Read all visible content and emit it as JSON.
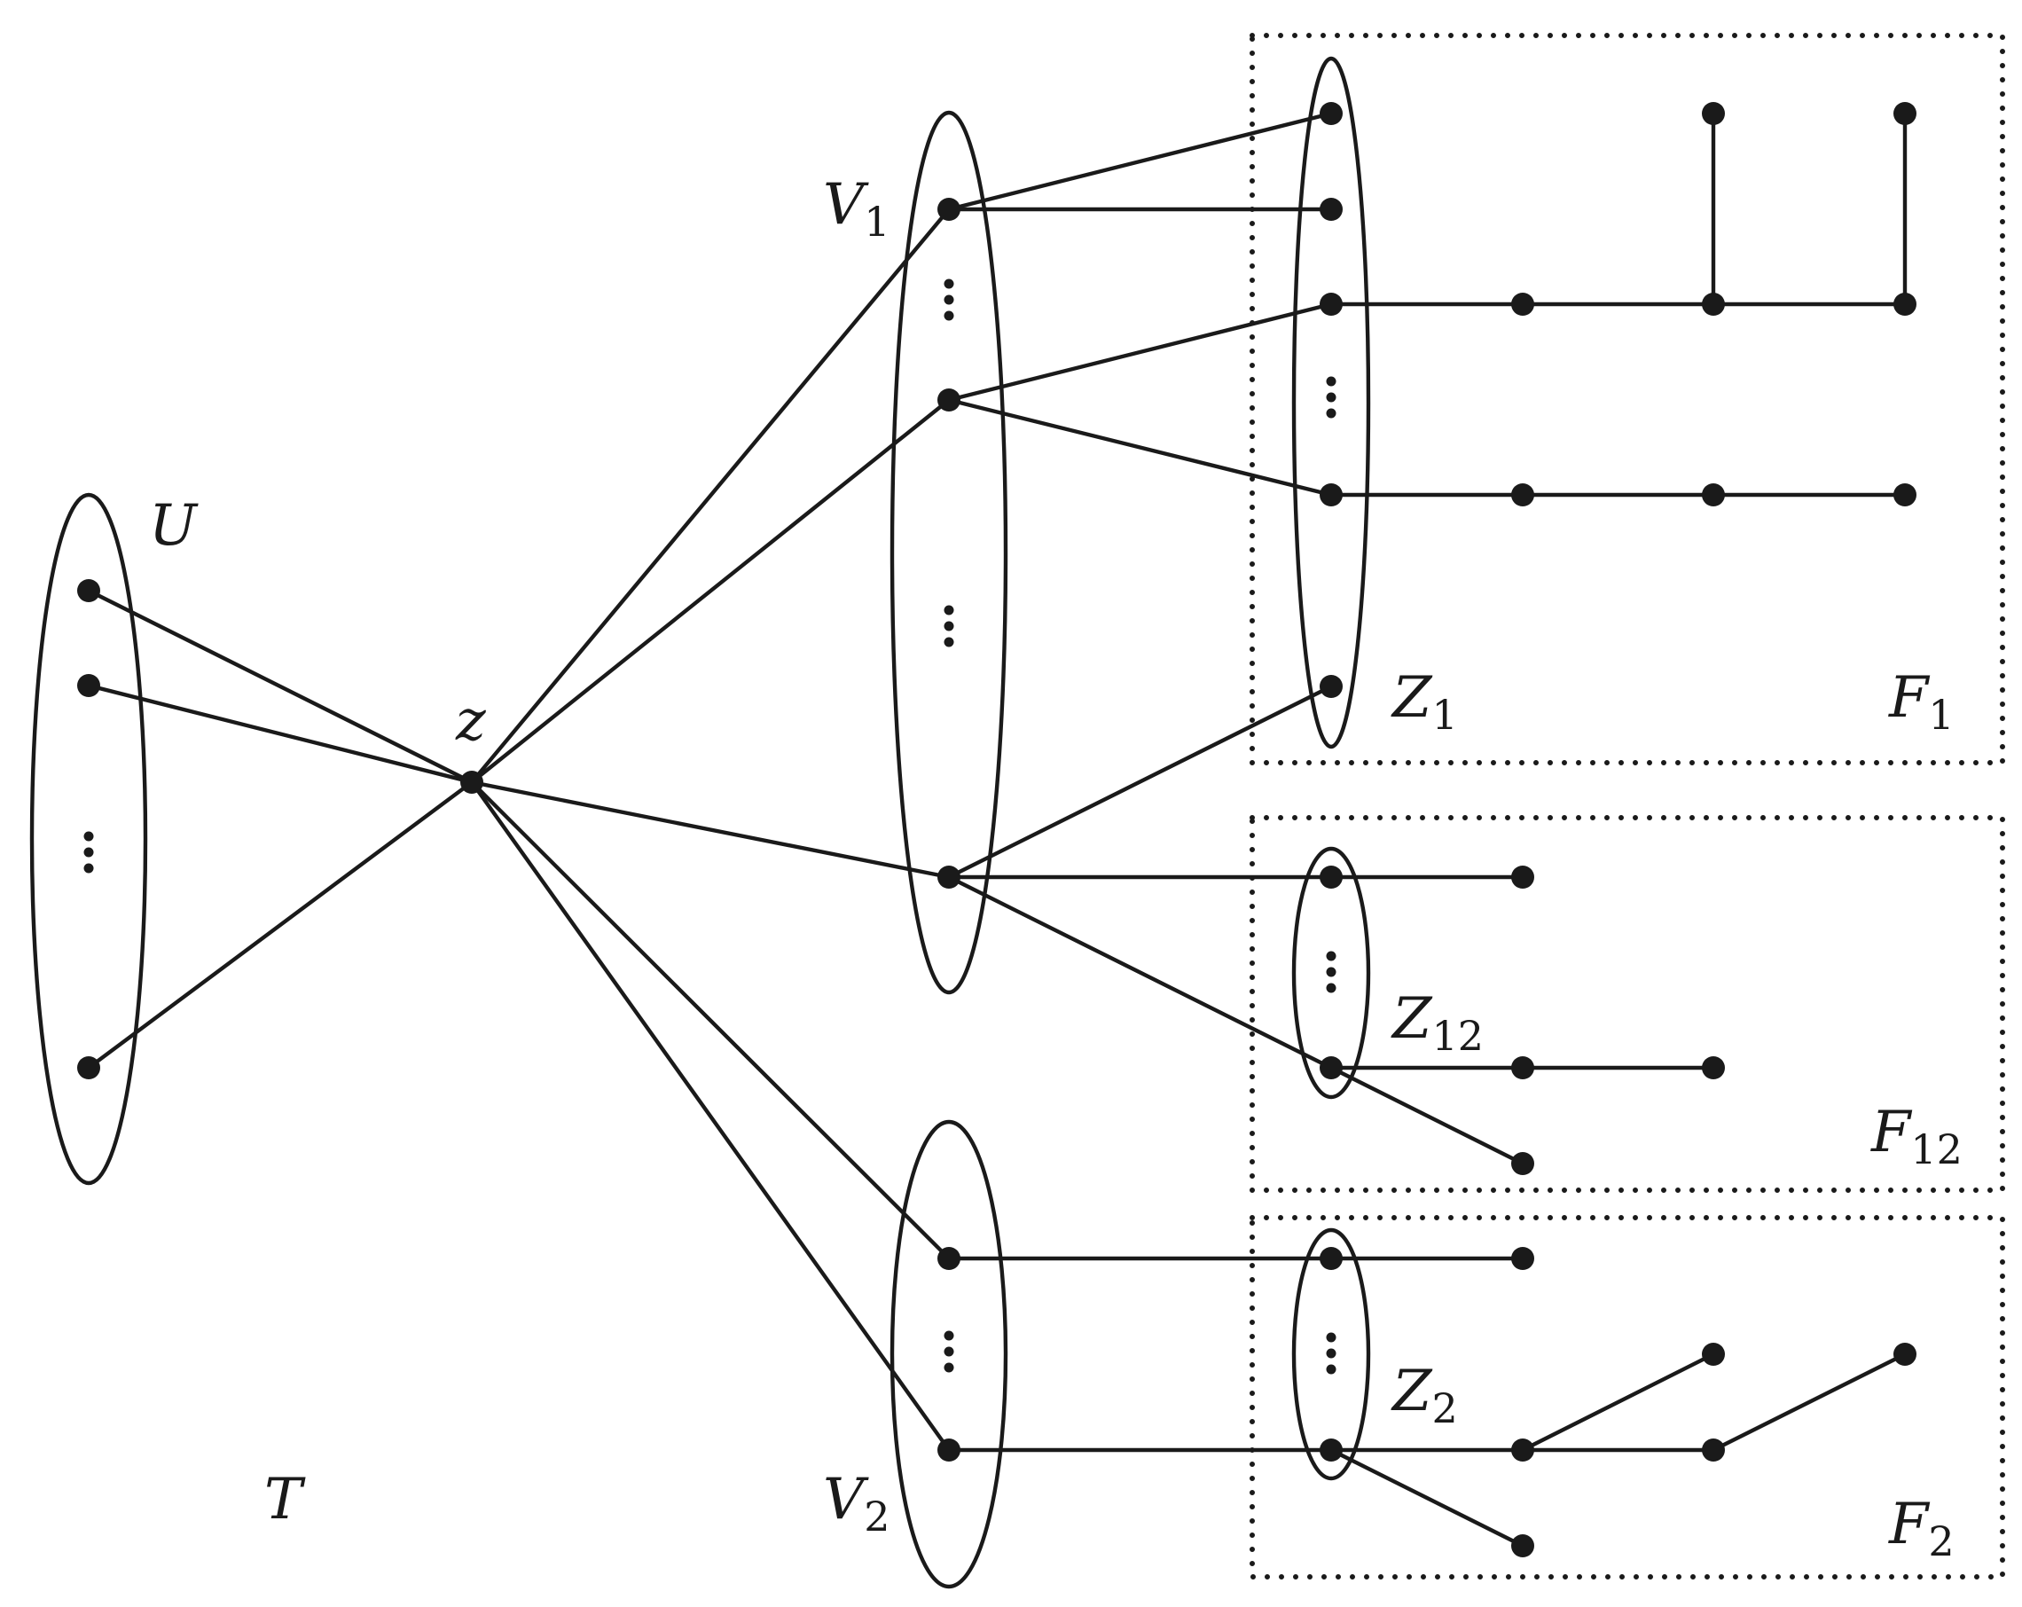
{
  "labels": {
    "U": {
      "main": "U",
      "sub": ""
    },
    "z": {
      "main": "z",
      "sub": ""
    },
    "V1": {
      "main": "V",
      "sub": "1"
    },
    "V2": {
      "main": "V",
      "sub": "2"
    },
    "T": {
      "main": "T",
      "sub": ""
    },
    "Z1": {
      "main": "Z",
      "sub": "1"
    },
    "F1": {
      "main": "F",
      "sub": "1"
    },
    "Z12": {
      "main": "Z",
      "sub": "12"
    },
    "F12": {
      "main": "F",
      "sub": "12"
    },
    "Z2": {
      "main": "Z",
      "sub": "2"
    },
    "F2": {
      "main": "F",
      "sub": "2"
    }
  },
  "sets": [
    "U",
    "V1",
    "V2",
    "Z1",
    "Z12",
    "Z2"
  ],
  "regions": [
    "F1",
    "F12",
    "F2"
  ],
  "nodes": [
    "u1",
    "u2",
    "u3",
    "z",
    "v1a",
    "v1b",
    "v1c",
    "v2a",
    "v2b",
    "z1a",
    "z1b",
    "z1c",
    "z1d",
    "z1e",
    "f1a",
    "f1b",
    "f1c",
    "f1d",
    "f1e",
    "f1f",
    "f1g",
    "f1h",
    "z12a",
    "z12b",
    "f12a",
    "f12b",
    "f12c",
    "f12d",
    "z2a",
    "z2b",
    "f2a",
    "f2b",
    "f2c",
    "f2d",
    "f2e",
    "f2f"
  ],
  "edges": [
    [
      "u1",
      "z"
    ],
    [
      "u2",
      "z"
    ],
    [
      "u3",
      "z"
    ],
    [
      "z",
      "v1a"
    ],
    [
      "z",
      "v1b"
    ],
    [
      "z",
      "v1c"
    ],
    [
      "z",
      "v2a"
    ],
    [
      "z",
      "v2b"
    ],
    [
      "v1a",
      "z1a"
    ],
    [
      "v1a",
      "z1b"
    ],
    [
      "v1b",
      "z1c"
    ],
    [
      "v1b",
      "z1d"
    ],
    [
      "v1c",
      "z1e"
    ],
    [
      "v1c",
      "f12a"
    ],
    [
      "v1c",
      "z12b"
    ],
    [
      "z1c",
      "f1a"
    ],
    [
      "f1a",
      "f1b"
    ],
    [
      "f1b",
      "f1c"
    ],
    [
      "f1b",
      "f1d"
    ],
    [
      "f1c",
      "f1e"
    ],
    [
      "z1d",
      "f1f"
    ],
    [
      "f1f",
      "f1g"
    ],
    [
      "f1g",
      "f1h"
    ],
    [
      "z12b",
      "f12b"
    ],
    [
      "f12b",
      "f12c"
    ],
    [
      "z12b",
      "f12d"
    ],
    [
      "v2a",
      "f2a"
    ],
    [
      "v2b",
      "z2b"
    ],
    [
      "z2b",
      "f2b"
    ],
    [
      "f2b",
      "f2c"
    ],
    [
      "f2b",
      "f2d"
    ],
    [
      "f2d",
      "f2e"
    ],
    [
      "z2b",
      "f2f"
    ]
  ]
}
